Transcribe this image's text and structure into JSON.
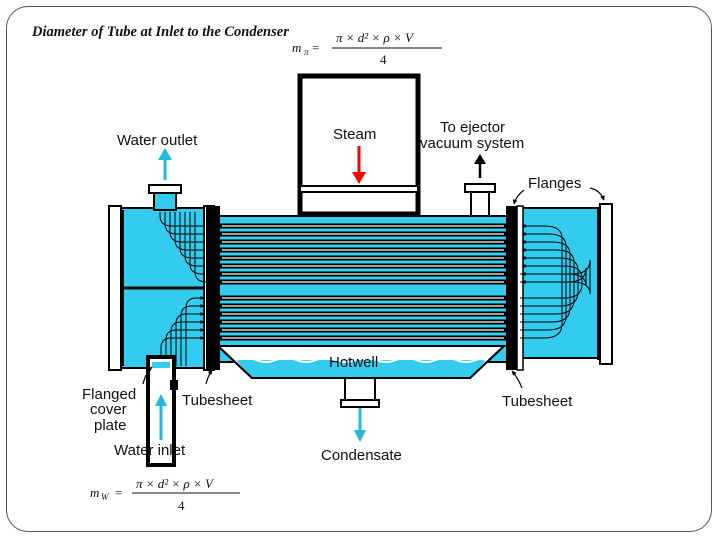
{
  "title": "Diameter of Tube at Inlet to the Condenser",
  "formula_top": {
    "lhs": "m",
    "lhs_sub": "π",
    "numerator": "π × d² × ρ × V",
    "denominator": "4"
  },
  "formula_bottom": {
    "lhs": "m",
    "lhs_sub": "W",
    "numerator": "π × d² × ρ × V",
    "denominator": "4"
  },
  "labels": {
    "steam": "Steam",
    "ejector_line1": "To ejector",
    "ejector_line2": "vacuum system",
    "water_outlet": "Water outlet",
    "flanges": "Flanges",
    "hotwell": "Hotwell",
    "flanged_line1": "Flanged",
    "flanged_line2": "cover",
    "flanged_line3": "plate",
    "tubesheet_left": "Tubesheet",
    "tubesheet_right": "Tubesheet",
    "water_inlet": "Water inlet",
    "condensate": "Condensate"
  },
  "colors": {
    "water": "#33ccee",
    "steam_arrow": "#ff0000",
    "outlet_arrow": "#22bbdd",
    "outline": "#000000",
    "frame": "#555555"
  }
}
